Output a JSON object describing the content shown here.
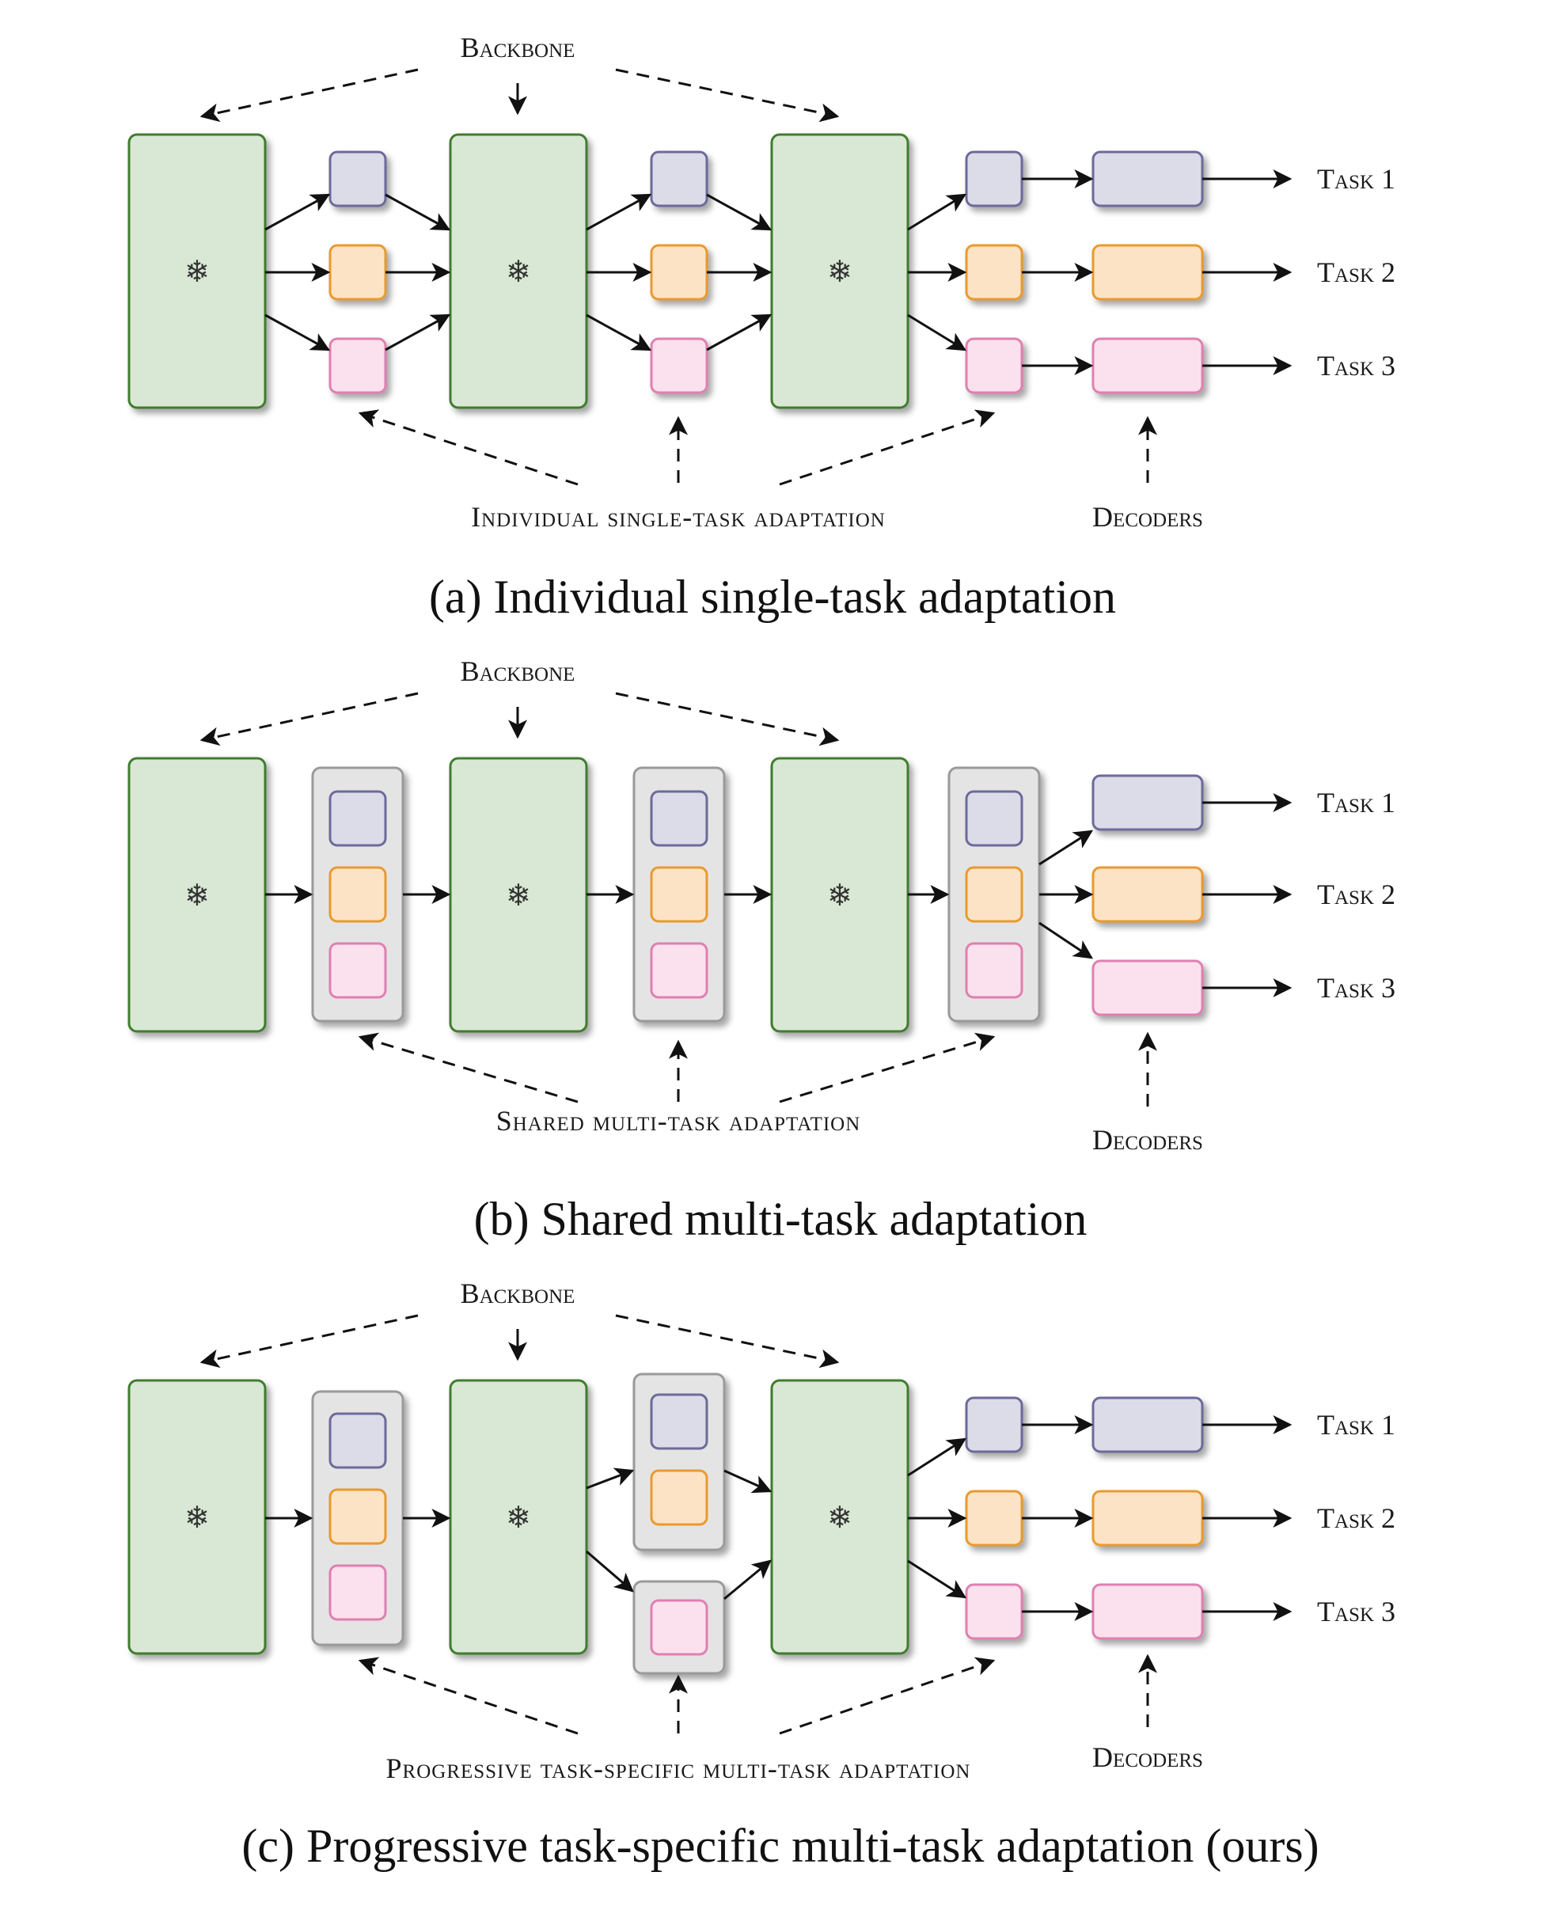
{
  "colors": {
    "backbone_fill": "#d9e8d4",
    "backbone_stroke": "#3f7d2e",
    "task1_fill": "#dcdbe8",
    "task1_stroke": "#6d6a9a",
    "task2_fill": "#fde3c6",
    "task2_stroke": "#e99a2f",
    "task3_fill": "#fbe1ee",
    "task3_stroke": "#e07fb0",
    "group_fill": "#e4e4e4",
    "group_stroke": "#9a9a9a"
  },
  "icons": {
    "backbone_block": "snowflake-icon (frozen)"
  },
  "panel_a": {
    "backbone_label": "Backbone",
    "tasks": [
      "Task 1",
      "Task 2",
      "Task 3"
    ],
    "adaptation_label": "Individual single-task adaptation",
    "decoders_label": "Decoders",
    "caption": "(a) Individual single-task adaptation"
  },
  "panel_b": {
    "backbone_label": "Backbone",
    "tasks": [
      "Task 1",
      "Task 2",
      "Task 3"
    ],
    "adaptation_label": "Shared multi-task adaptation",
    "decoders_label": "Decoders",
    "caption": "(b) Shared multi-task adaptation"
  },
  "panel_c": {
    "backbone_label": "Backbone",
    "tasks": [
      "Task 1",
      "Task 2",
      "Task 3"
    ],
    "adaptation_label": "Progressive task-specific multi-task adaptation",
    "decoders_label": "Decoders",
    "caption": "(c) Progressive task-specific multi-task adaptation (ours)"
  }
}
